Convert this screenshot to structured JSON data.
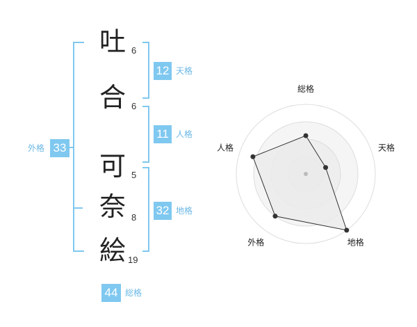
{
  "name_chars": [
    {
      "char": "吐",
      "strokes": "6"
    },
    {
      "char": "合",
      "strokes": "6"
    },
    {
      "char": "可",
      "strokes": "5"
    },
    {
      "char": "奈",
      "strokes": "8"
    },
    {
      "char": "絵",
      "strokes": "19"
    }
  ],
  "badges": {
    "tenkaku": {
      "value": "12",
      "label": "天格"
    },
    "jinkaku": {
      "value": "11",
      "label": "人格"
    },
    "chikaku": {
      "value": "32",
      "label": "地格"
    },
    "gaikaku": {
      "value": "33",
      "label": "外格"
    },
    "soukaku": {
      "value": "44",
      "label": "総格"
    }
  },
  "colors": {
    "accent": "#7fc8f0",
    "radar_fill": "#efefef",
    "ring": "#dddddd"
  },
  "chart_data": {
    "type": "radar",
    "axes": [
      "総格",
      "天格",
      "地格",
      "外格",
      "人格"
    ],
    "values": [
      0.55,
      0.3,
      1.0,
      0.75,
      0.8
    ],
    "max": 1.0,
    "rings": 4
  }
}
